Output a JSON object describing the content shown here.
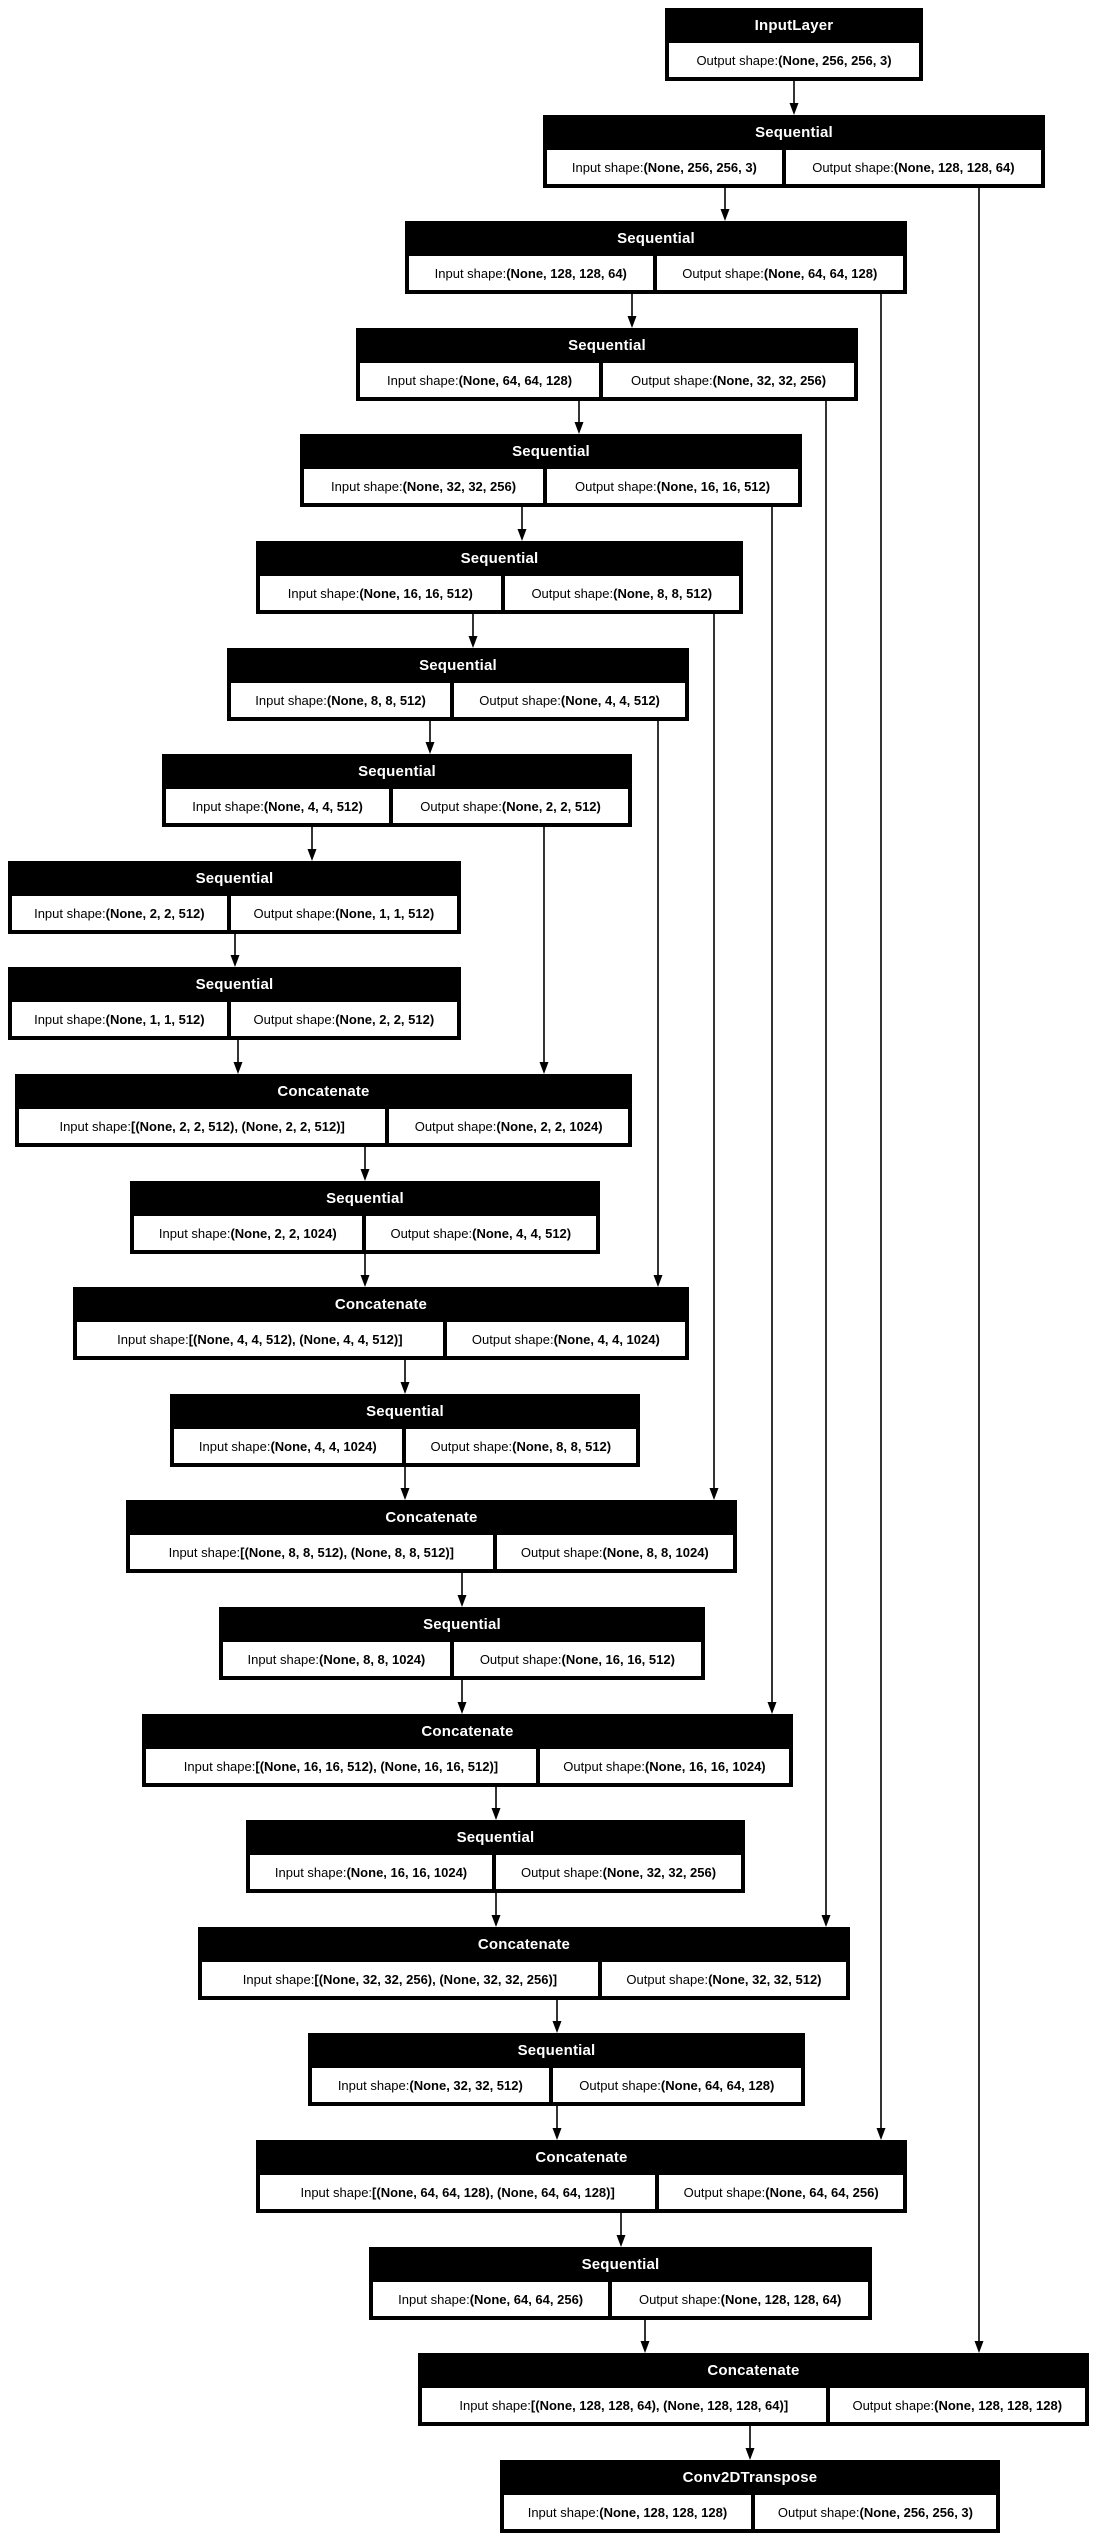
{
  "diagram": {
    "kind": "keras-model-plot",
    "labels": {
      "input_prefix": "Input shape: ",
      "output_prefix": "Output shape: "
    },
    "colors": {
      "node_fill": "#000000",
      "node_text": "#ffffff",
      "cell_fill": "#ffffff",
      "cell_text": "#000000",
      "edge": "#000000",
      "background": "#ffffff"
    },
    "nodes": [
      {
        "type": "InputLayer",
        "input_shape": null,
        "output_shape": "(None, 256, 256, 3)"
      },
      {
        "type": "Sequential",
        "input_shape": "(None, 256, 256, 3)",
        "output_shape": "(None, 128, 128, 64)"
      },
      {
        "type": "Sequential",
        "input_shape": "(None, 128, 128, 64)",
        "output_shape": "(None, 64, 64, 128)"
      },
      {
        "type": "Sequential",
        "input_shape": "(None, 64, 64, 128)",
        "output_shape": "(None, 32, 32, 256)"
      },
      {
        "type": "Sequential",
        "input_shape": "(None, 32, 32, 256)",
        "output_shape": "(None, 16, 16, 512)"
      },
      {
        "type": "Sequential",
        "input_shape": "(None, 16, 16, 512)",
        "output_shape": "(None, 8, 8, 512)"
      },
      {
        "type": "Sequential",
        "input_shape": "(None, 8, 8, 512)",
        "output_shape": "(None, 4, 4, 512)"
      },
      {
        "type": "Sequential",
        "input_shape": "(None, 4, 4, 512)",
        "output_shape": "(None, 2, 2, 512)"
      },
      {
        "type": "Sequential",
        "input_shape": "(None, 2, 2, 512)",
        "output_shape": "(None, 1, 1, 512)"
      },
      {
        "type": "Sequential",
        "input_shape": "(None, 1, 1, 512)",
        "output_shape": "(None, 2, 2, 512)"
      },
      {
        "type": "Concatenate",
        "input_shape": "[(None, 2, 2, 512), (None, 2, 2, 512)]",
        "output_shape": "(None, 2, 2, 1024)"
      },
      {
        "type": "Sequential",
        "input_shape": "(None, 2, 2, 1024)",
        "output_shape": "(None, 4, 4, 512)"
      },
      {
        "type": "Concatenate",
        "input_shape": "[(None, 4, 4, 512), (None, 4, 4, 512)]",
        "output_shape": "(None, 4, 4, 1024)"
      },
      {
        "type": "Sequential",
        "input_shape": "(None, 4, 4, 1024)",
        "output_shape": "(None, 8, 8, 512)"
      },
      {
        "type": "Concatenate",
        "input_shape": "[(None, 8, 8, 512), (None, 8, 8, 512)]",
        "output_shape": "(None, 8, 8, 1024)"
      },
      {
        "type": "Sequential",
        "input_shape": "(None, 8, 8, 1024)",
        "output_shape": "(None, 16, 16, 512)"
      },
      {
        "type": "Concatenate",
        "input_shape": "[(None, 16, 16, 512), (None, 16, 16, 512)]",
        "output_shape": "(None, 16, 16, 1024)"
      },
      {
        "type": "Sequential",
        "input_shape": "(None, 16, 16, 1024)",
        "output_shape": "(None, 32, 32, 256)"
      },
      {
        "type": "Concatenate",
        "input_shape": "[(None, 32, 32, 256), (None, 32, 32, 256)]",
        "output_shape": "(None, 32, 32, 512)"
      },
      {
        "type": "Sequential",
        "input_shape": "(None, 32, 32, 512)",
        "output_shape": "(None, 64, 64, 128)"
      },
      {
        "type": "Concatenate",
        "input_shape": "[(None, 64, 64, 128), (None, 64, 64, 128)]",
        "output_shape": "(None, 64, 64, 256)"
      },
      {
        "type": "Sequential",
        "input_shape": "(None, 64, 64, 256)",
        "output_shape": "(None, 128, 128, 64)"
      },
      {
        "type": "Concatenate",
        "input_shape": "[(None, 128, 128, 64), (None, 128, 128, 64)]",
        "output_shape": "(None, 128, 128, 128)"
      },
      {
        "type": "Conv2DTranspose",
        "input_shape": "(None, 128, 128, 128)",
        "output_shape": "(None, 256, 256, 3)"
      }
    ],
    "connections": {
      "sequential_chain": [
        [
          0,
          1
        ],
        [
          1,
          2
        ],
        [
          2,
          3
        ],
        [
          3,
          4
        ],
        [
          4,
          5
        ],
        [
          5,
          6
        ],
        [
          6,
          7
        ],
        [
          7,
          8
        ],
        [
          8,
          9
        ],
        [
          9,
          10
        ],
        [
          10,
          11
        ],
        [
          11,
          12
        ],
        [
          12,
          13
        ],
        [
          13,
          14
        ],
        [
          14,
          15
        ],
        [
          15,
          16
        ],
        [
          16,
          17
        ],
        [
          17,
          18
        ],
        [
          18,
          19
        ],
        [
          19,
          20
        ],
        [
          20,
          21
        ],
        [
          21,
          22
        ],
        [
          22,
          23
        ]
      ],
      "skip_connections": [
        [
          1,
          22
        ],
        [
          2,
          20
        ],
        [
          3,
          18
        ],
        [
          4,
          16
        ],
        [
          5,
          14
        ],
        [
          6,
          12
        ],
        [
          7,
          10
        ]
      ]
    }
  }
}
